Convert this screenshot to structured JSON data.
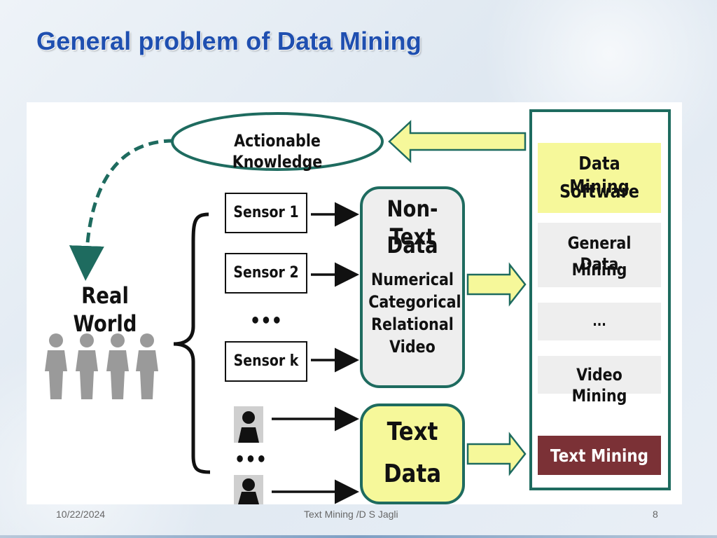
{
  "slide": {
    "title": "General problem of Data Mining"
  },
  "diagram": {
    "knowledge": "Actionable Knowledge",
    "real_world": "Real World",
    "sensors": [
      "Sensor 1",
      "Sensor 2",
      "Sensor k"
    ],
    "ellipsis": "•••",
    "non_text": {
      "title_line1": "Non-Text",
      "title_line2": "Data",
      "types": [
        "Numerical",
        "Categorical",
        "Relational",
        "Video"
      ]
    },
    "text_data": {
      "line1": "Text",
      "line2": "Data"
    },
    "software": {
      "header_line1": "Data  Mining",
      "header_line2": "Software",
      "items_general_line1": "General Data",
      "items_general_line2": "Mining",
      "items_dots": "...",
      "items_video": "Video Mining",
      "items_text": "Text Mining"
    },
    "colors": {
      "teal": "#1e6b5f",
      "yellow": "#f6f89a",
      "maroon": "#7b3136",
      "gray_box": "#eeeeee"
    }
  },
  "footer": {
    "date": "10/22/2024",
    "center": "Text Mining /D S Jagli",
    "page": "8"
  }
}
